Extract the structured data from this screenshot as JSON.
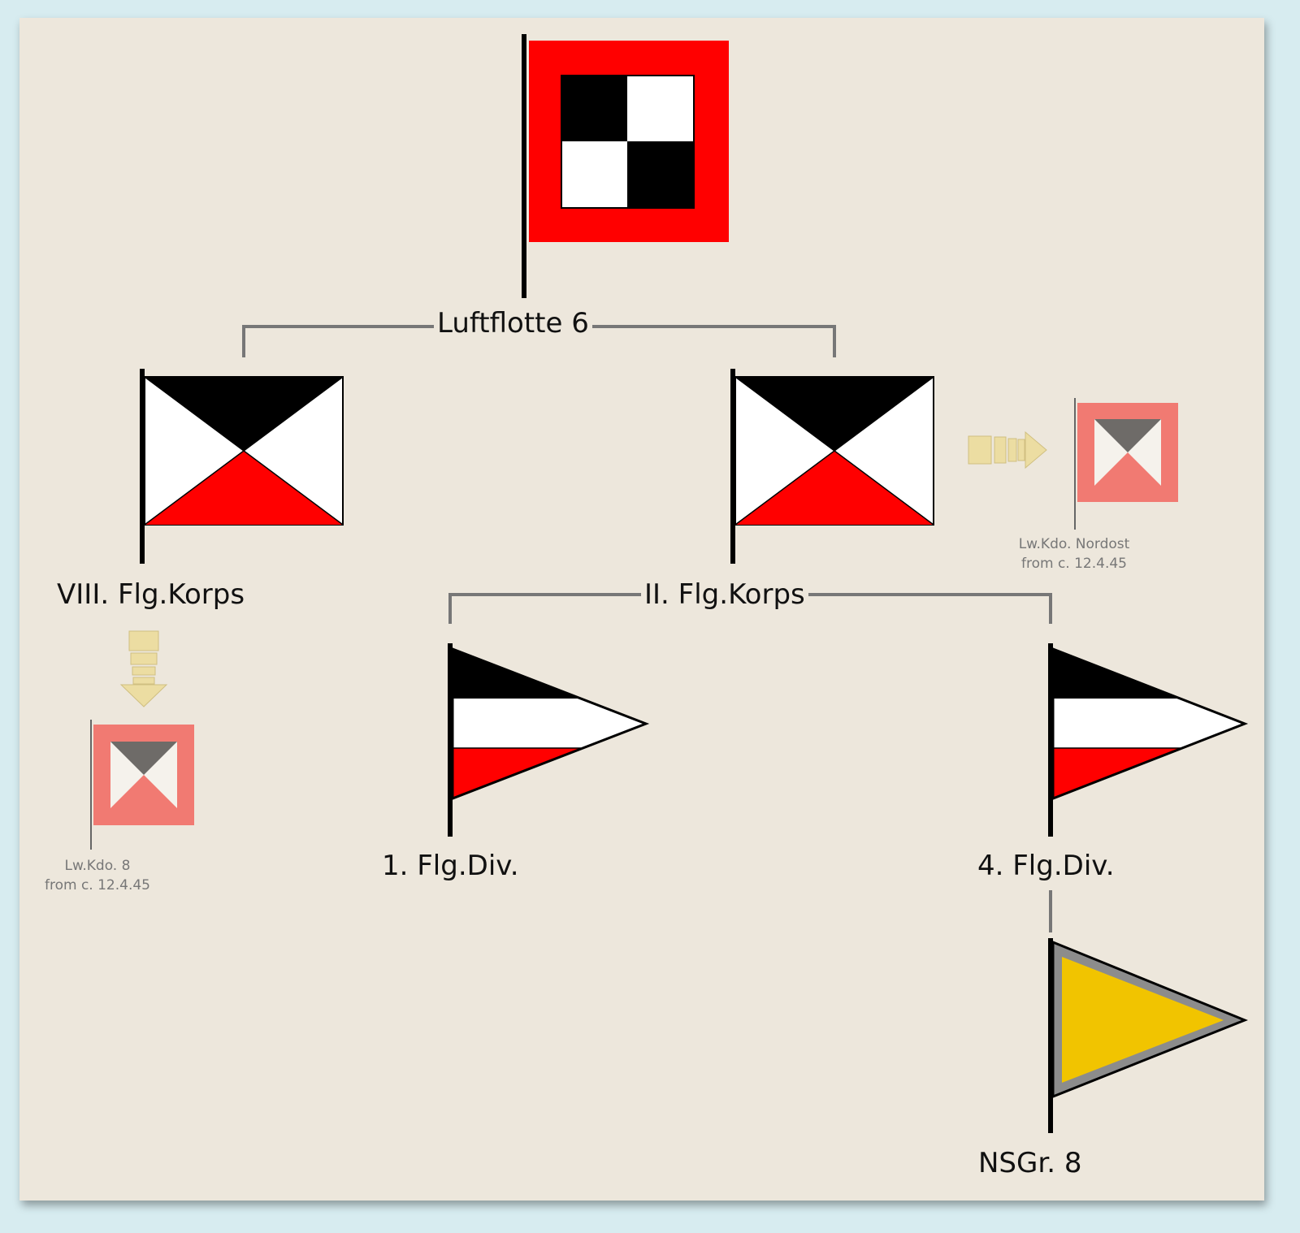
{
  "units": {
    "root": {
      "label": "Luftflotte 6"
    },
    "corps_left": {
      "label": "VIII. Flg.Korps"
    },
    "corps_right": {
      "label": "II. Flg.Korps"
    },
    "div1": {
      "label": "1. Flg.Div."
    },
    "div4": {
      "label": "4. Flg.Div."
    },
    "nsgr": {
      "label": "NSGr. 8"
    }
  },
  "successors": {
    "lwkdo8": {
      "name": "Lw.Kdo. 8",
      "date": "from c. 12.4.45"
    },
    "lwkdo_nordost": {
      "name": "Lw.Kdo. Nordost",
      "date": "from c. 12.4.45"
    }
  },
  "colors": {
    "red": "#ff0000",
    "black": "#000000",
    "white": "#ffffff",
    "yellow": "#f1c400",
    "grey_border": "#8c8c8c",
    "faded_red": "#f17a72",
    "arrow": "#ecdc9c"
  }
}
